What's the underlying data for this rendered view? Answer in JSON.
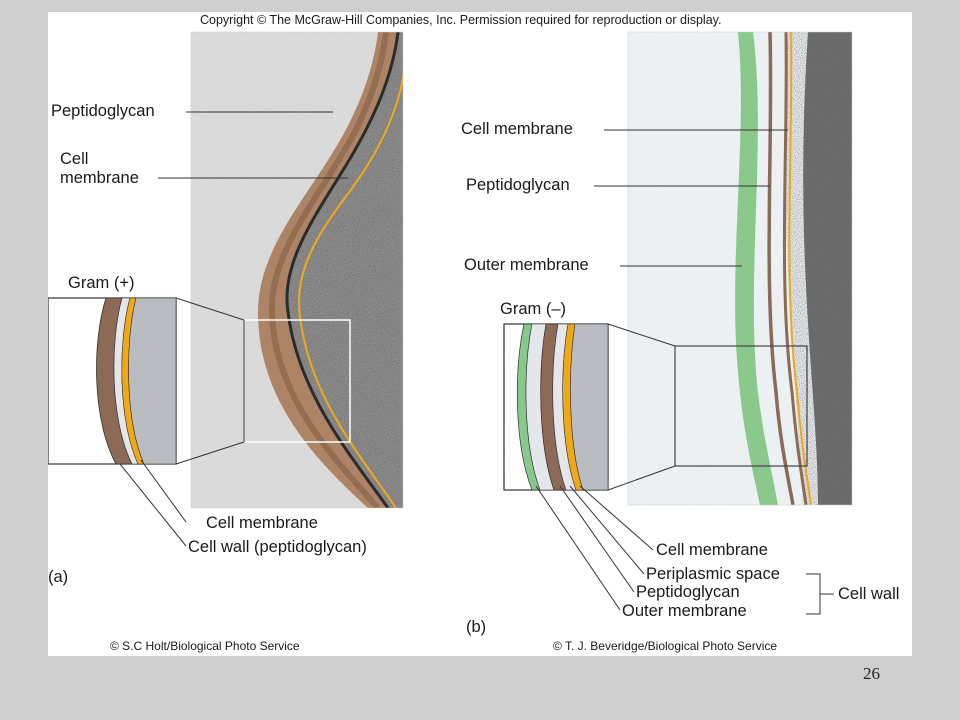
{
  "header": {
    "copyright": "Copyright © The McGraw-Hill Companies, Inc. Permission required for reproduction or display."
  },
  "panel_a": {
    "letter": "(a)",
    "labels": {
      "peptidoglycan": "Peptidoglycan",
      "cell_membrane_line1": "Cell",
      "cell_membrane_line2": "membrane",
      "gram": "Gram (+)",
      "bottom_cell_membrane": "Cell membrane",
      "bottom_cell_wall": "Cell wall (peptidoglycan)"
    },
    "credit": "© S.C Holt/Biological Photo Service"
  },
  "panel_b": {
    "letter": "(b)",
    "labels": {
      "cell_membrane": "Cell membrane",
      "peptidoglycan": "Peptidoglycan",
      "outer_membrane": "Outer membrane",
      "gram": "Gram (–)",
      "bottom_cell_membrane": "Cell membrane",
      "bottom_periplasmic": "Periplasmic space",
      "bottom_peptidoglycan": "Peptidoglycan",
      "bottom_outer_membrane": "Outer membrane",
      "cell_wall": "Cell wall"
    },
    "credit": "© T. J. Beveridge/Biological Photo Service"
  },
  "slide_number": "26",
  "colors": {
    "peptidoglycan": "#8c6a55",
    "membrane_yellow": "#f0a818",
    "outer_membrane_green": "#86c98a",
    "cytoplasm_gray": "#b9bcc1",
    "periplasm": "#e4e6ea"
  }
}
